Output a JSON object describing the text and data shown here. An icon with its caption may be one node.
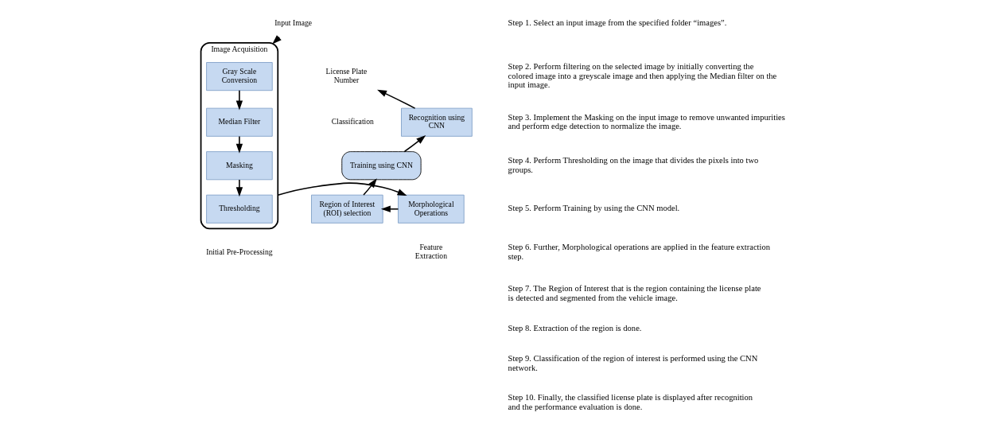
{
  "diagram": {
    "nodes": [
      {
        "text": [
          "Input Image"
        ]
      },
      {
        "text": [
          "Image Acquisition"
        ],
        "beside": [
          "Initial Pre-Processing"
        ]
      },
      {
        "text": [
          "Gray Scale Conversion"
        ],
        "in": 1
      },
      {
        "text": [
          "Median Filter"
        ],
        "in": 1
      },
      {
        "text": [
          "Masking"
        ],
        "in": 1
      },
      {
        "text": [
          "Thresholding"
        ],
        "in": 1
      },
      {
        "text": [
          "Morphological Operations"
        ],
        "beside": [
          "Feature Extraction"
        ]
      },
      {
        "text": [
          "Region of Interest (ROI) selection"
        ]
      },
      {
        "text": [
          "Training using CNN"
        ]
      },
      {
        "text": [
          "Recognition using CNN"
        ],
        "beside": [
          "Classification"
        ]
      },
      {
        "text": [
          "License Plate Number"
        ]
      }
    ],
    "edges": [
      {
        "from": 0,
        "to": 1,
        "arrow": "to"
      },
      {
        "from": 2,
        "to": 3,
        "arrow": "to"
      },
      {
        "from": 3,
        "to": 4,
        "arrow": "to"
      },
      {
        "from": 4,
        "to": 5,
        "arrow": "to"
      },
      {
        "from": 1,
        "to": 6,
        "arrow": "to"
      },
      {
        "from": 6,
        "to": 7,
        "arrow": "to"
      },
      {
        "from": 7,
        "to": 8,
        "arrow": "to"
      },
      {
        "from": 8,
        "to": 9,
        "arrow": "to"
      },
      {
        "from": 9,
        "to": 10,
        "arrow": "to"
      }
    ],
    "labels": [
      "Step 1. Select an input image from the specified folder “images”.",
      "Step 2. Perform filtering on the selected image by initially converting the colored image into a greyscale image and then applying the Median filter on the input image.",
      "Step 3. Implement the Masking on the input image to remove unwanted impurities and perform edge detection to normalize the image.",
      "Step 4. Perform Thresholding on the image that divides the pixels into two groups.",
      "Step 5. Perform Training by using the CNN model.",
      "Step 6. Further, Morphological operations are applied in the feature extraction step.",
      "Step 7. The Region of Interest that is the region containing the license plate is detected and segmented from the vehicle image.",
      "Step 8. Extraction of the region is done.",
      "Step 9. Classification of the region of interest is performed using the CNN network.",
      "Step 10. Finally, the classified license plate is displayed after recognition and the performance evaluation is done."
    ]
  }
}
